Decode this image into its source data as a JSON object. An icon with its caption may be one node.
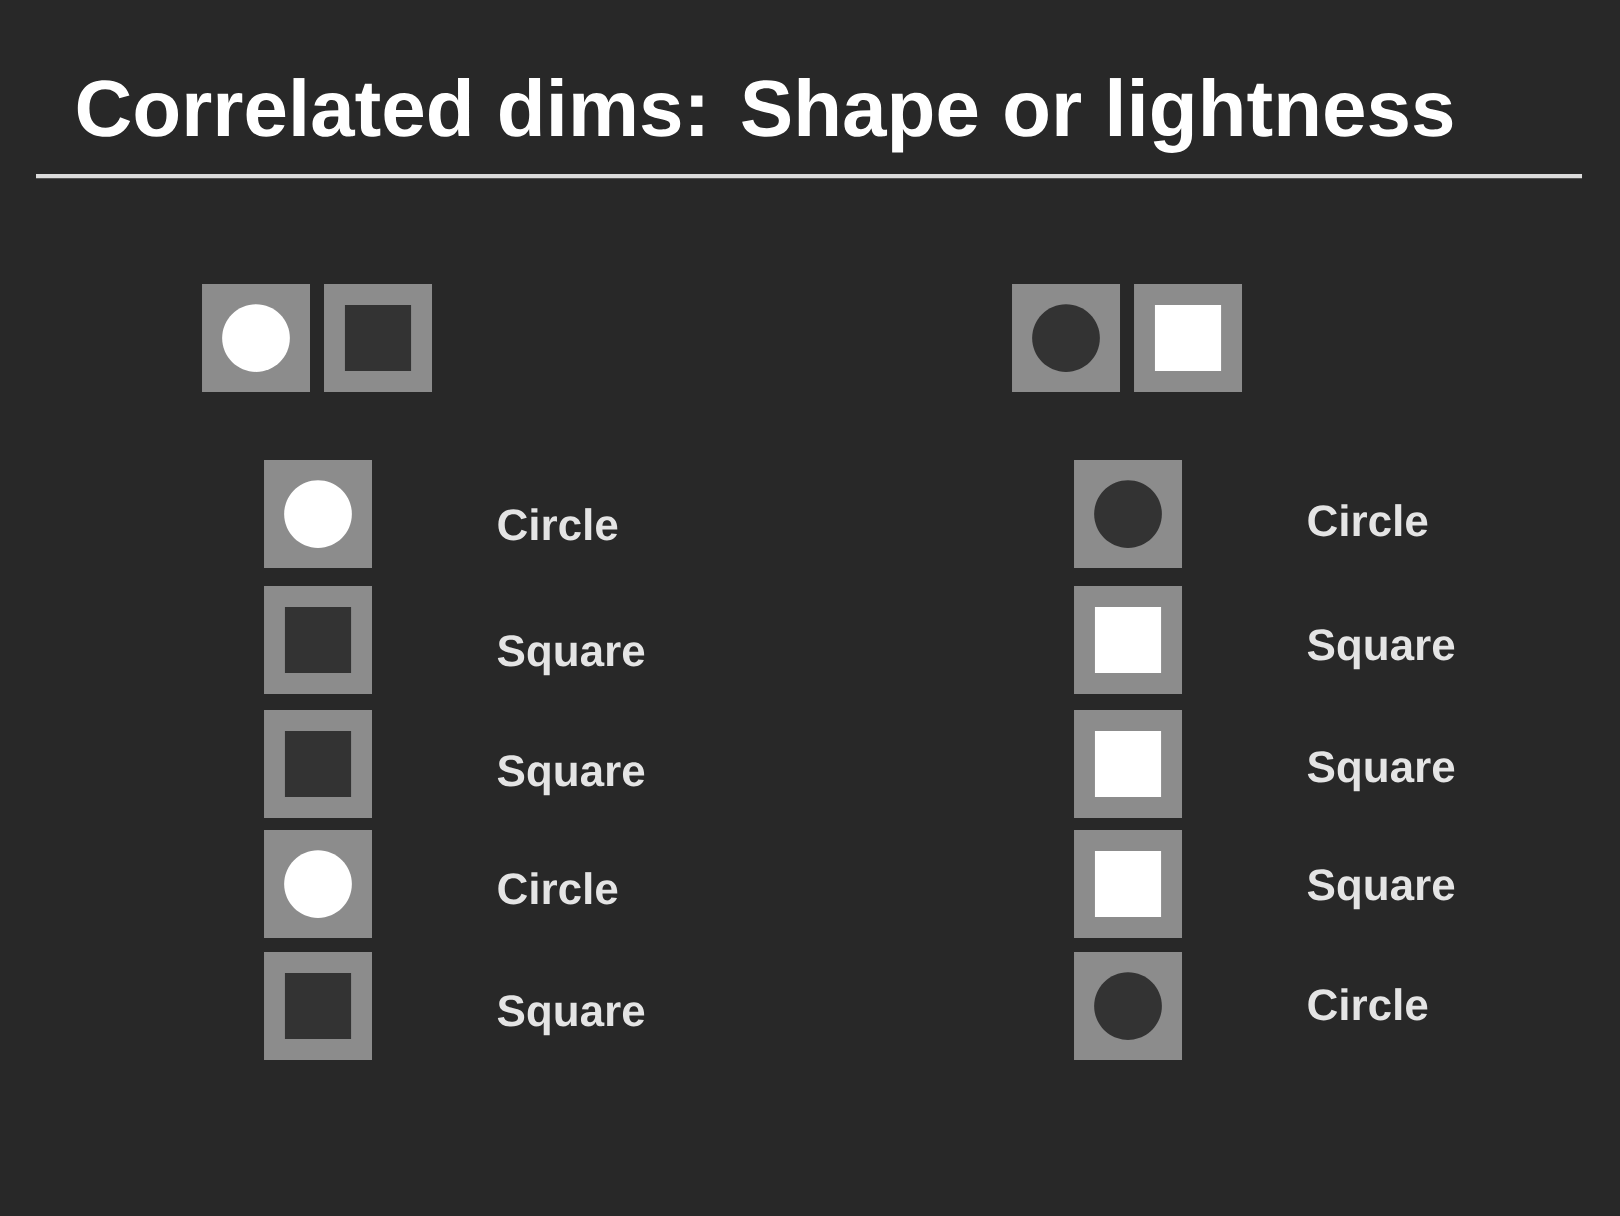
{
  "diagram": {
    "title": "Correlated dims: Shape or lightness",
    "nodes": [
      {
        "text": [],
        "shape": "box"
      },
      {
        "text": [],
        "shape": "circle",
        "in": 0
      },
      {
        "text": [],
        "shape": "box"
      },
      {
        "text": [],
        "shape": "box",
        "in": 2
      },
      {
        "text": [],
        "shape": "box",
        "beside": [
          "Circle"
        ]
      },
      {
        "text": [],
        "shape": "circle",
        "in": 4
      },
      {
        "text": [],
        "shape": "box",
        "beside": [
          "Square"
        ]
      },
      {
        "text": [],
        "shape": "box",
        "in": 6
      },
      {
        "text": [],
        "shape": "box",
        "beside": [
          "Square"
        ]
      },
      {
        "text": [],
        "shape": "box",
        "in": 8
      },
      {
        "text": [],
        "shape": "box",
        "beside": [
          "Circle"
        ]
      },
      {
        "text": [],
        "shape": "circle",
        "in": 10
      },
      {
        "text": [],
        "shape": "box",
        "beside": [
          "Square"
        ]
      },
      {
        "text": [],
        "shape": "box",
        "in": 12
      },
      {
        "text": [],
        "shape": "box"
      },
      {
        "text": [],
        "shape": "circle",
        "in": 14
      },
      {
        "text": [],
        "shape": "box"
      },
      {
        "text": [],
        "shape": "box",
        "in": 16
      },
      {
        "text": [],
        "shape": "box",
        "beside": [
          "Circle"
        ]
      },
      {
        "text": [],
        "shape": "circle",
        "in": 18
      },
      {
        "text": [],
        "shape": "box",
        "beside": [
          "Square"
        ]
      },
      {
        "text": [],
        "shape": "box",
        "in": 20
      },
      {
        "text": [],
        "shape": "box",
        "beside": [
          "Square"
        ]
      },
      {
        "text": [],
        "shape": "box",
        "in": 22
      },
      {
        "text": [],
        "shape": "box",
        "beside": [
          "Square"
        ]
      },
      {
        "text": [],
        "shape": "box",
        "in": 24
      },
      {
        "text": [],
        "shape": "box",
        "beside": [
          "Circle"
        ]
      },
      {
        "text": [],
        "shape": "circle",
        "in": 26
      }
    ]
  }
}
